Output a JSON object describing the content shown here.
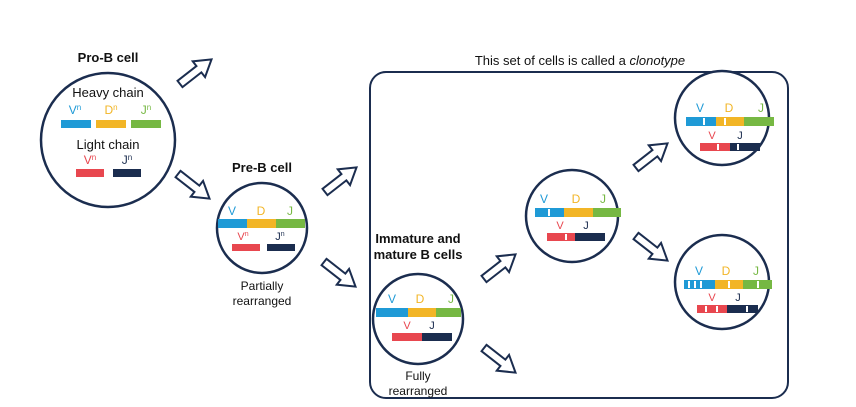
{
  "colors": {
    "navy": "#1b2d4f",
    "V_heavy": "#1f9ad6",
    "D": "#f2b526",
    "J_heavy": "#76b843",
    "V_light": "#e8474f",
    "J_light": "#1b2d4f"
  },
  "clonotype_box": {
    "title_prefix": "This set of cells is called a ",
    "title_emph": "clonotype"
  },
  "pro_b": {
    "title": "Pro-B cell",
    "heavy_label": "Heavy chain",
    "light_label": "Light chain",
    "heavy": {
      "v": "V",
      "d": "D",
      "j": "J",
      "sup": "n"
    },
    "light": {
      "v": "V",
      "j": "J",
      "sup": "n"
    }
  },
  "pre_b": {
    "title": "Pre-B cell",
    "heavy": {
      "v": "V",
      "d": "D",
      "j": "J"
    },
    "light": {
      "v": "V",
      "j": "J",
      "sup": "n"
    },
    "caption_line1": "Partially",
    "caption_line2": "rearranged"
  },
  "immature": {
    "title_line1": "Immature and",
    "title_line2": "mature B cells",
    "heavy": {
      "v": "V",
      "d": "D",
      "j": "J"
    },
    "light": {
      "v": "V",
      "j": "J"
    },
    "caption_line1": "Fully",
    "caption_line2": "rearranged"
  },
  "clone_mid": {
    "heavy": {
      "v": "V",
      "d": "D",
      "j": "J"
    },
    "light": {
      "v": "V",
      "j": "J"
    }
  },
  "clone_top": {
    "heavy": {
      "v": "V",
      "d": "D",
      "j": "J"
    },
    "light": {
      "v": "V",
      "j": "J"
    }
  },
  "clone_bottom": {
    "heavy": {
      "v": "V",
      "d": "D",
      "j": "J"
    },
    "light": {
      "v": "V",
      "j": "J"
    }
  }
}
